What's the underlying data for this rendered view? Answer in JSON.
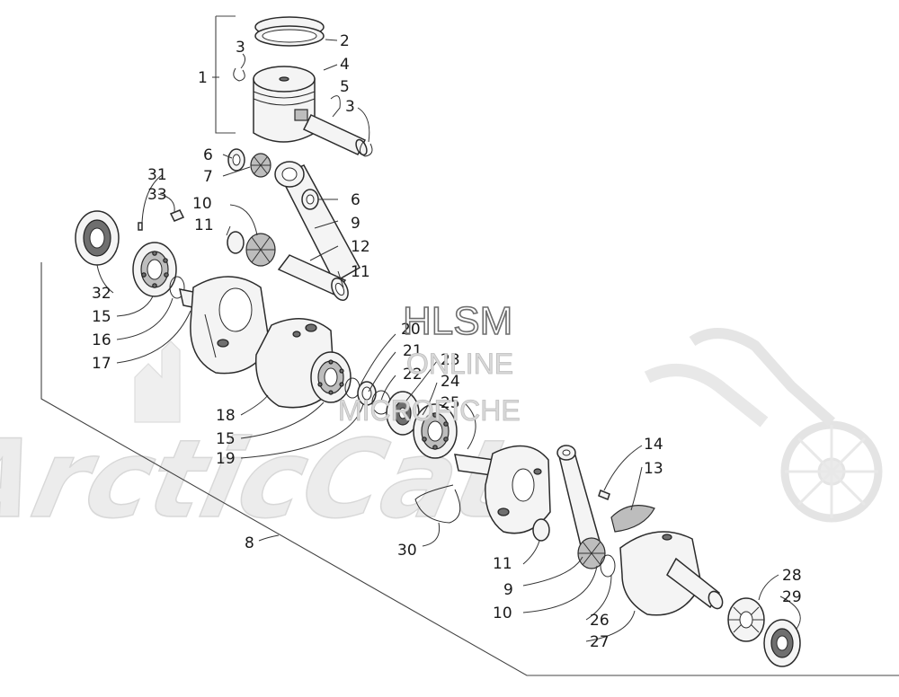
{
  "watermark": {
    "line1": "HLSM",
    "line2": "ONLINE",
    "line3": "MICROFICHE",
    "logo": "ArcticCat"
  },
  "callouts": [
    {
      "id": "c1",
      "text": "1"
    },
    {
      "id": "c2",
      "text": "2"
    },
    {
      "id": "c3a",
      "text": "3"
    },
    {
      "id": "c3b",
      "text": "3"
    },
    {
      "id": "c4",
      "text": "4"
    },
    {
      "id": "c5",
      "text": "5"
    },
    {
      "id": "c6a",
      "text": "6"
    },
    {
      "id": "c6b",
      "text": "6"
    },
    {
      "id": "c7",
      "text": "7"
    },
    {
      "id": "c8",
      "text": "8"
    },
    {
      "id": "c9a",
      "text": "9"
    },
    {
      "id": "c9b",
      "text": "9"
    },
    {
      "id": "c10a",
      "text": "10"
    },
    {
      "id": "c10b",
      "text": "10"
    },
    {
      "id": "c11a",
      "text": "11"
    },
    {
      "id": "c11b",
      "text": "11"
    },
    {
      "id": "c11c",
      "text": "11"
    },
    {
      "id": "c12",
      "text": "12"
    },
    {
      "id": "c13",
      "text": "13"
    },
    {
      "id": "c14",
      "text": "14"
    },
    {
      "id": "c15a",
      "text": "15"
    },
    {
      "id": "c15b",
      "text": "15"
    },
    {
      "id": "c16",
      "text": "16"
    },
    {
      "id": "c17",
      "text": "17"
    },
    {
      "id": "c18",
      "text": "18"
    },
    {
      "id": "c19",
      "text": "19"
    },
    {
      "id": "c20",
      "text": "20"
    },
    {
      "id": "c21",
      "text": "21"
    },
    {
      "id": "c22",
      "text": "22"
    },
    {
      "id": "c23",
      "text": "23"
    },
    {
      "id": "c24",
      "text": "24"
    },
    {
      "id": "c25",
      "text": "25"
    },
    {
      "id": "c26",
      "text": "26"
    },
    {
      "id": "c27",
      "text": "27"
    },
    {
      "id": "c28",
      "text": "28"
    },
    {
      "id": "c29",
      "text": "29"
    },
    {
      "id": "c30",
      "text": "30"
    },
    {
      "id": "c31",
      "text": "31"
    },
    {
      "id": "c32",
      "text": "32"
    },
    {
      "id": "c33",
      "text": "33"
    }
  ]
}
